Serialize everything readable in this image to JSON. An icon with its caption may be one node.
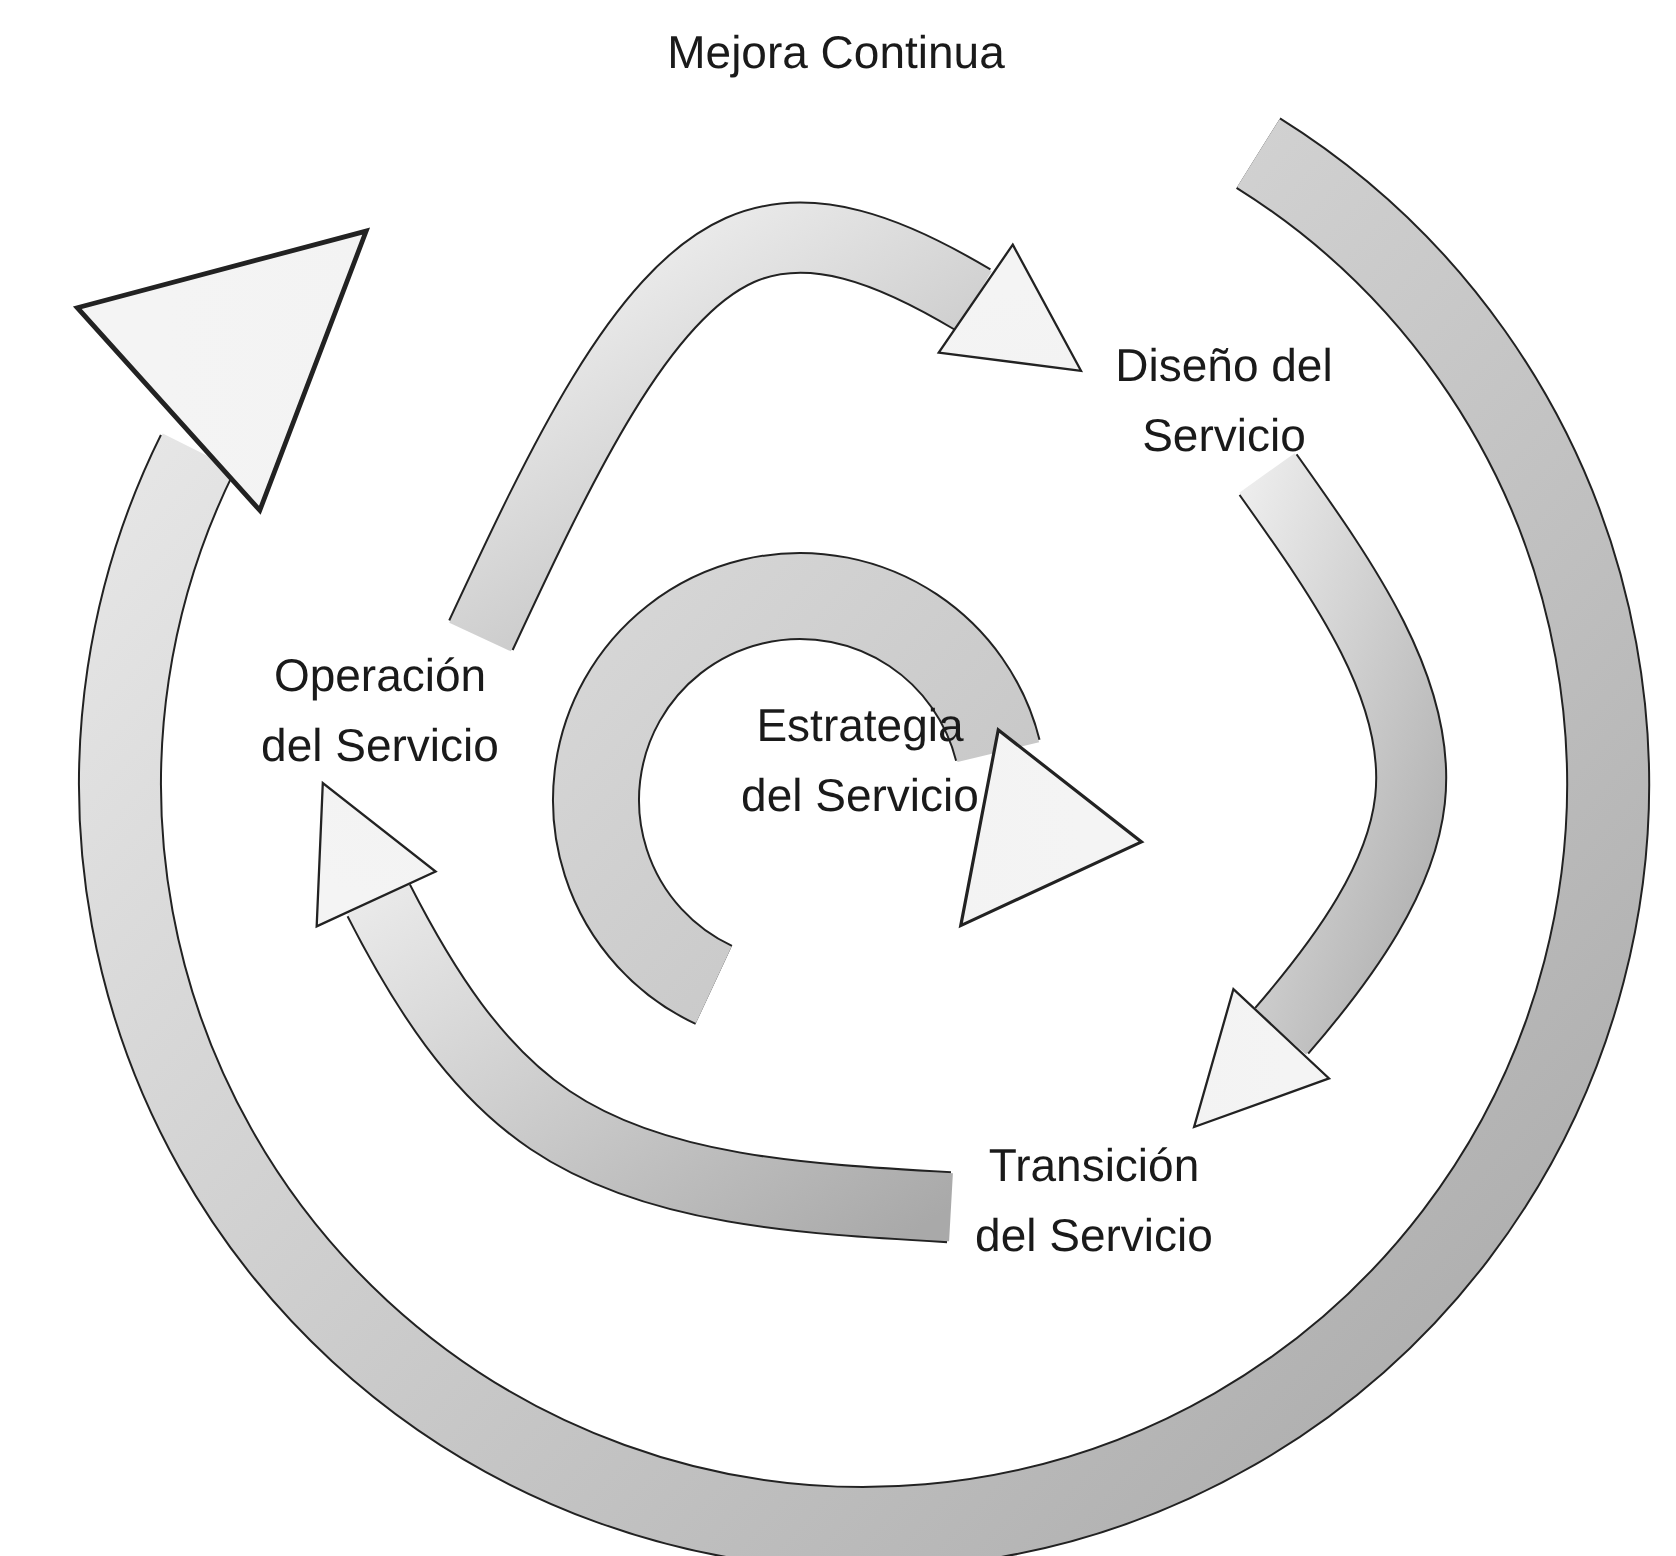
{
  "diagram": {
    "nodes": [
      {
        "text": [
          "Mejora Continua"
        ]
      },
      {
        "text": [
          "Diseño del Servicio"
        ]
      },
      {
        "text": [
          "Operación del Servicio"
        ]
      },
      {
        "text": [
          "Estrategia del Servicio"
        ]
      },
      {
        "text": [
          "Transición del Servicio"
        ]
      }
    ],
    "edges": [
      {
        "from": 2,
        "to": 1,
        "arrow": "to",
        "style": "thick"
      },
      {
        "from": 1,
        "to": 4,
        "arrow": "to",
        "style": "thick"
      },
      {
        "from": 4,
        "to": 2,
        "arrow": "to",
        "style": "thick"
      }
    ]
  }
}
